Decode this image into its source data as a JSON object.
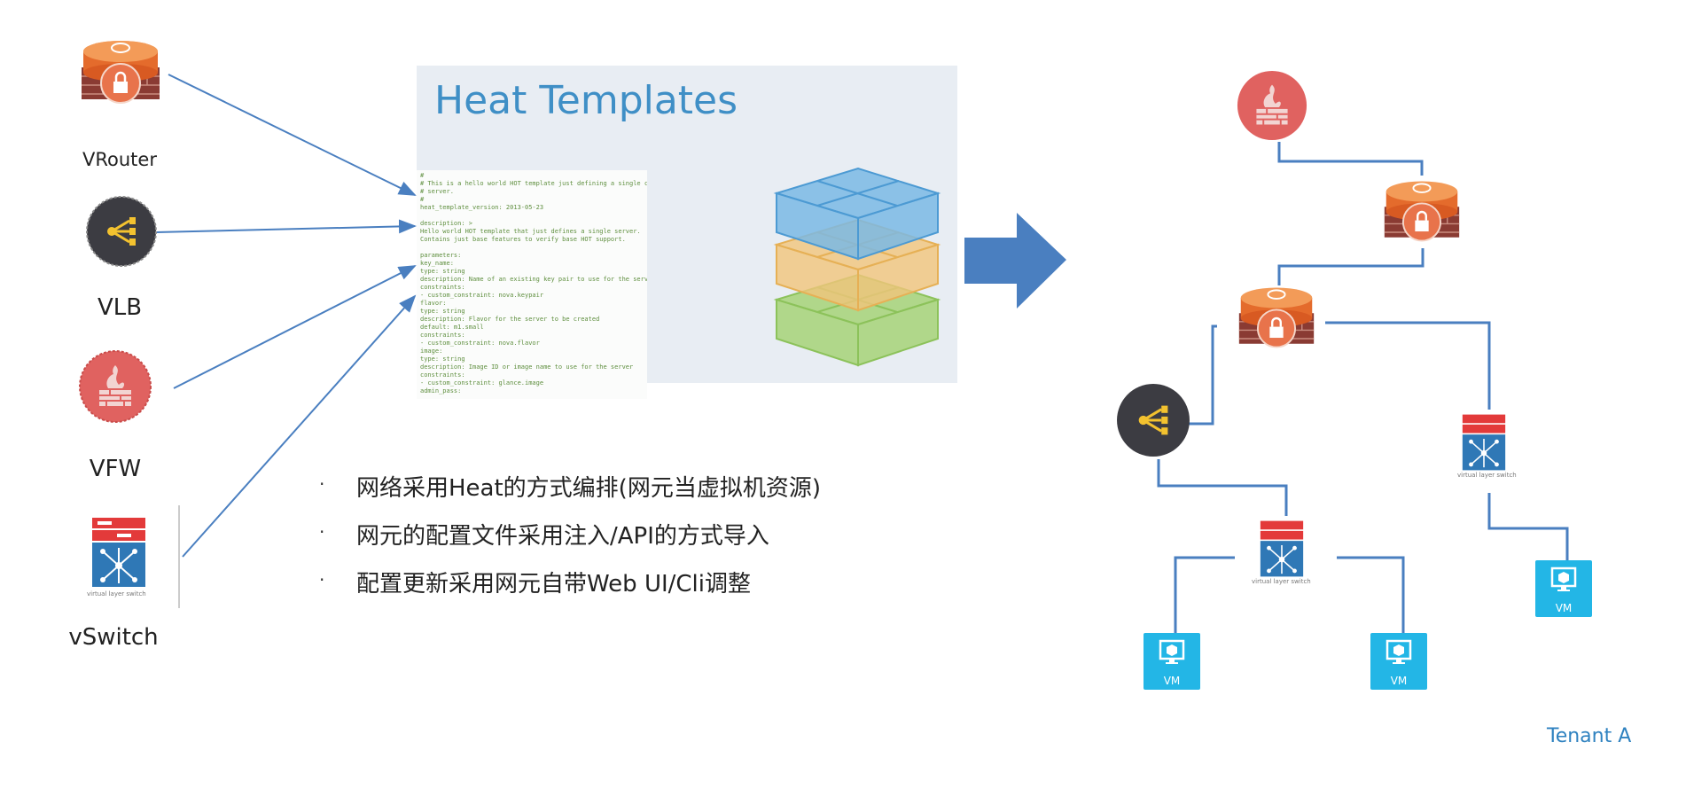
{
  "panel": {
    "title": "Heat  Templates",
    "code_lines": [
      "#",
      "# This is a hello world HOT template just defining a single compute",
      "# server.",
      "#",
      "heat_template_version: 2013-05-23",
      "",
      "description: >",
      "  Hello world HOT template that just defines a single server.",
      "  Contains just base features to verify base HOT support.",
      "",
      "parameters:",
      "  key_name:",
      "    type: string",
      "    description: Name of an existing key pair to use for the server",
      "    constraints:",
      "      - custom_constraint: nova.keypair",
      "  flavor:",
      "    type: string",
      "    description: Flavor for the server to be created",
      "    default: m1.small",
      "    constraints:",
      "      - custom_constraint: nova.flavor",
      "  image:",
      "    type: string",
      "    description: Image ID or image name to use for the server",
      "    constraints:",
      "      - custom_constraint: glance.image",
      "  admin_pass:"
    ]
  },
  "left_items": [
    {
      "label": "VRouter"
    },
    {
      "label": "VLB"
    },
    {
      "label": "VFW"
    },
    {
      "label": "vSwitch",
      "caption": "virtual layer switch"
    }
  ],
  "bullets": [
    "网络采用Heat的方式编排(网元当虚拟机资源)",
    "网元的配置文件采用注入/API的方式导入",
    "配置更新采用网元自带Web UI/Cli调整"
  ],
  "bullet_glyph": "·",
  "tenant": {
    "label": "Tenant  A",
    "switch_caption": "virtual layer switch",
    "vm_label": "VM"
  },
  "colors": {
    "accent_blue": "#3f8fc6",
    "line_blue": "#4a7fc0",
    "router_orange": "#e46b2c",
    "firewall_red": "#e06260",
    "lb_dark": "#3c3c42",
    "lb_yellow": "#f3c22f",
    "vm_cyan": "#23b6e6",
    "switch_red": "#e33a3a",
    "switch_blue": "#2f78b6",
    "layer_blue": "#7ab8e4",
    "layer_orange": "#f1c47a",
    "layer_green": "#a6d277"
  },
  "icons": [
    "router-icon",
    "load-balancer-icon",
    "firewall-icon",
    "switch-icon",
    "vm-icon",
    "arrow-right-icon",
    "stack-layers-icon"
  ]
}
